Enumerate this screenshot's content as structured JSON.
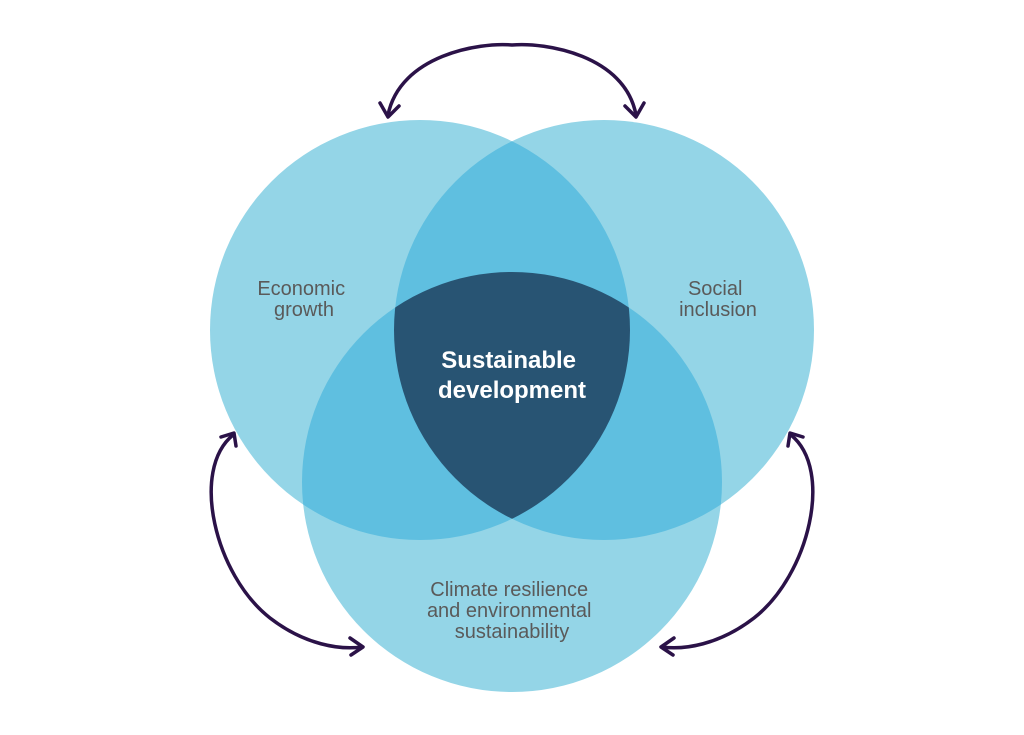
{
  "diagram": {
    "type": "venn-3",
    "sets": {
      "economic": {
        "line1": "Economic",
        "line2": "growth"
      },
      "social": {
        "line1": "Social",
        "line2": "inclusion"
      },
      "climate": {
        "line1": "Climate resilience",
        "line2": "and environmental",
        "line3": "sustainability"
      }
    },
    "intersection": {
      "line1": "Sustainable",
      "line2": "development"
    },
    "arrows": [
      {
        "from": "economic",
        "to": "social"
      },
      {
        "from": "economic",
        "to": "climate"
      },
      {
        "from": "social",
        "to": "climate"
      }
    ],
    "colors": {
      "circle": "#94d5e7",
      "pair_overlap": "#5fbfe0",
      "center": "#285473",
      "arrow": "#2b1248",
      "label": "#5a5a5a",
      "center_text": "#ffffff"
    }
  }
}
